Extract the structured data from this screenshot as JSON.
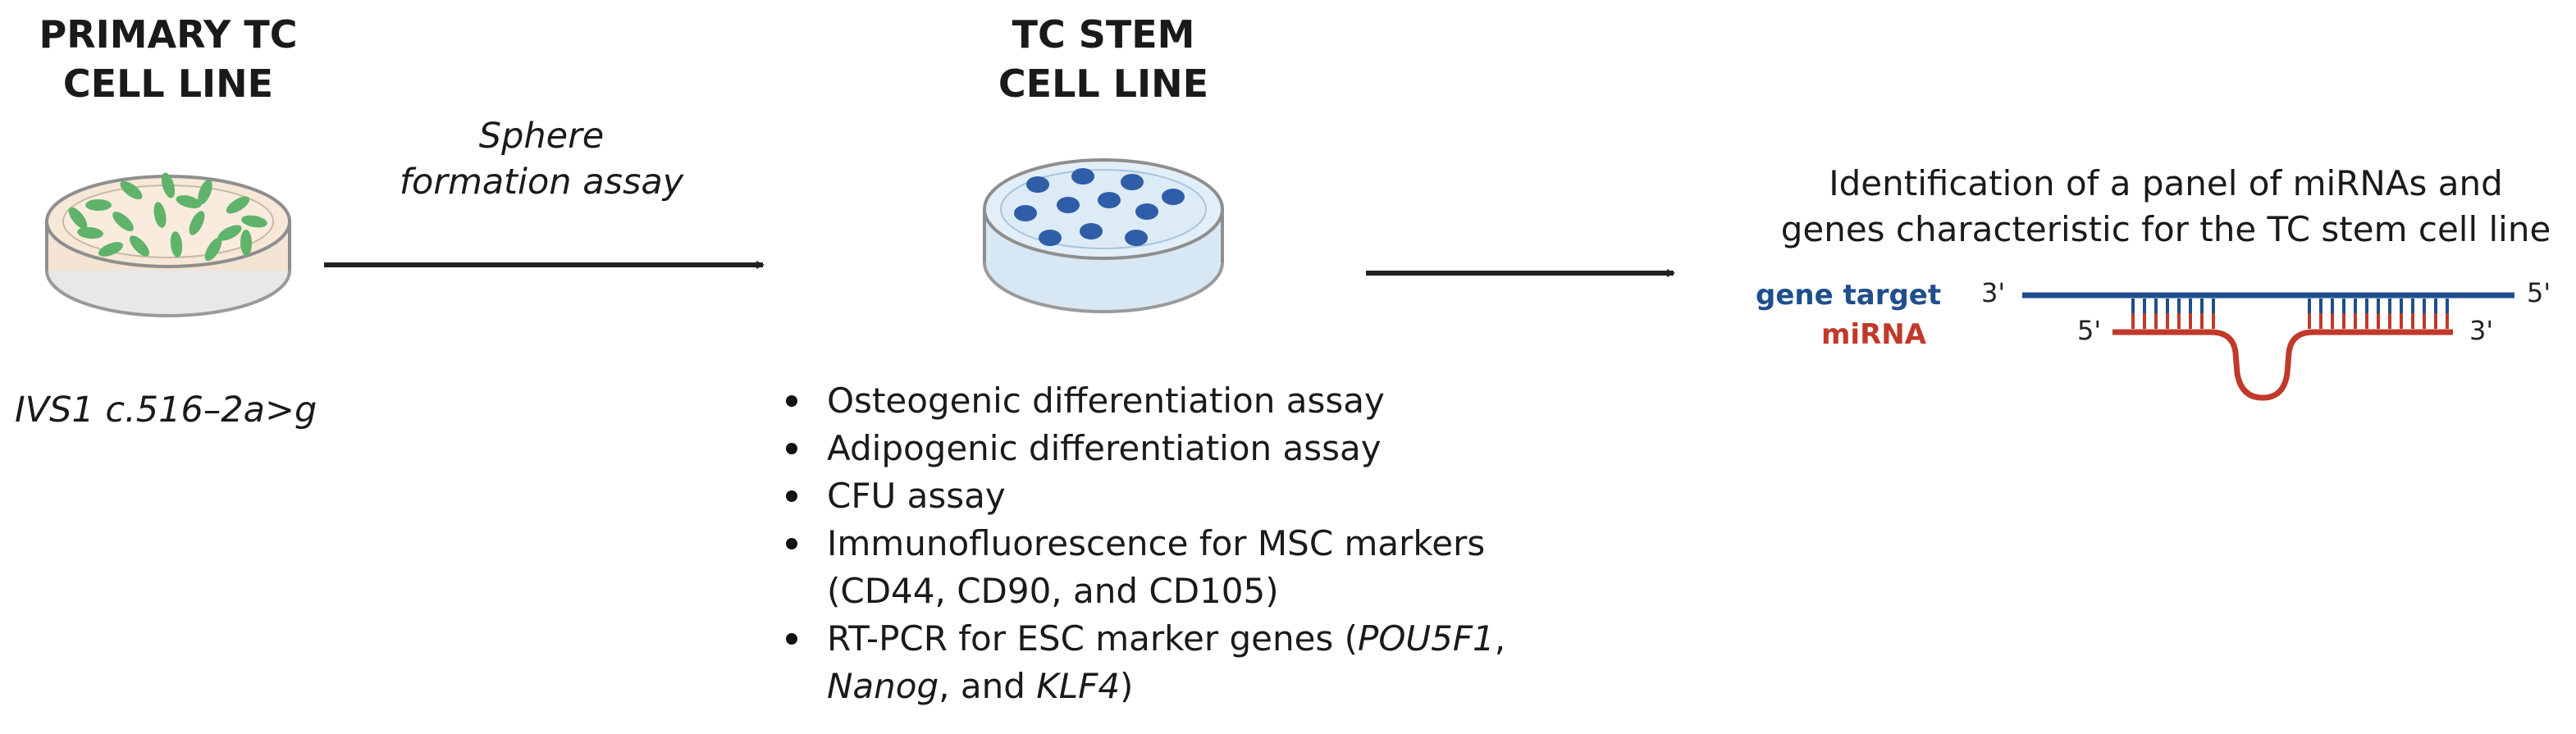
{
  "primary": {
    "title_line1": "PRIMARY TC",
    "title_line2": "CELL LINE",
    "mutation": "IVS1 c.516–2a>g"
  },
  "arrow1": {
    "line1": "Sphere",
    "line2": "formation assay"
  },
  "stem": {
    "title_line1": "TC STEM",
    "title_line2": "CELL LINE",
    "assays": [
      {
        "text": "Osteogenic differentiation assay"
      },
      {
        "text": "Adipogenic differentiation assay"
      },
      {
        "text": "CFU assay"
      },
      {
        "text": "Immunofluorescence for MSC markers",
        "cont": "(CD44, CD90, and CD105)"
      },
      {
        "text": "RT-PCR for ESC marker genes (",
        "g1": "POU5F1",
        "t2": ",",
        "g2": "Nanog",
        "t3": ", and ",
        "g3": "KLF4",
        "t4": ")"
      }
    ]
  },
  "mirna": {
    "heading_line1": "Identification of a panel of miRNAs and",
    "heading_line2": "genes characteristic for the TC stem cell line",
    "gene_label": "gene target",
    "mirna_label": "miRNA",
    "gene_5_end": "5'",
    "gene_3_end": "3'",
    "mirna_5_end": "5'",
    "mirna_3_end": "3'"
  },
  "colors": {
    "gene": "#1f4e8c",
    "mirna": "#c0392b",
    "arrow": "#222222",
    "dish_green_cells": "#5fb36a",
    "dish_blue_cells": "#2f5da8"
  }
}
